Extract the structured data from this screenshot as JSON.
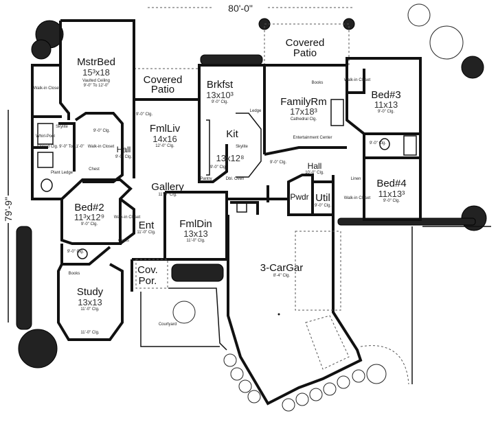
{
  "dimensions": {
    "width": "80'-0\"",
    "depth": "79'-9\""
  },
  "rooms": {
    "mstr_bed": {
      "name": "MstrBed",
      "size": "15³x18",
      "ceiling1": "Vaulted Ceiling",
      "ceiling2": "9'-0\" To 12'-0\""
    },
    "covered_patio_left": {
      "name1": "Covered",
      "name2": "Patio"
    },
    "covered_patio_top": {
      "name1": "Covered",
      "name2": "Patio"
    },
    "brkfst": {
      "name": "Brkfst",
      "size": "13x10³",
      "ceiling": "9'-0\" Clg."
    },
    "kit": {
      "name": "Kit",
      "size": "13x12⁸",
      "ceiling": "9'-0\" Clg."
    },
    "family_rm": {
      "name": "FamilyRm",
      "size": "17x18³",
      "ceiling": "Cathedral Clg."
    },
    "bed3": {
      "name": "Bed#3",
      "size": "11x13",
      "ceiling": "9'-0\" Clg."
    },
    "bed4": {
      "name": "Bed#4",
      "size": "11x13³",
      "ceiling": "9'-0\" Clg."
    },
    "fml_liv": {
      "name": "FmlLiv",
      "size": "14x16",
      "ceiling": "12'-0\" Clg."
    },
    "hall_left": {
      "name": "Hall",
      "ceiling": "9'-0\" Clg."
    },
    "hall_right": {
      "name": "Hall",
      "ceiling": "10'-0\" Clg."
    },
    "gallery": {
      "name": "Gallery",
      "ceiling": "11'-0\" Clg."
    },
    "bed2": {
      "name": "Bed#2",
      "size": "11³x12⁹",
      "ceiling": "9'-0\" Clg."
    },
    "ent": {
      "name": "Ent",
      "ceiling": "11'-0\" Clg."
    },
    "fml_din": {
      "name": "FmlDin",
      "size": "13x13",
      "ceiling": "11'-0\" Clg."
    },
    "cov_por": {
      "name1": "Cov.",
      "name2": "Por."
    },
    "study": {
      "name": "Study",
      "size": "13x13",
      "ceiling": "11'-0\" Clg.",
      "ceiling_bay": "11'-0\" Clg."
    },
    "garage": {
      "name": "3-CarGar",
      "ceiling": "8'-4\" Clg."
    },
    "pwdr": {
      "name": "Pwdr"
    },
    "util": {
      "name": "Util",
      "ceiling": "9'-0\" Clg."
    }
  },
  "notes": {
    "walk_in_closet": "Walk-in Closet",
    "whirlpool": "Whirl-Pool",
    "skylite": "Skylite",
    "sloped_clg": "Sloped Clg. 9'-0\" To 11'-0\"",
    "plant_ledge": "Plant Ledge",
    "chest": "Chest",
    "books": "Books",
    "ledge": "Ledge",
    "pantry": "Pantry",
    "dbl_oven": "Dbl. Oven",
    "entertainment_center": "Entertainment Center",
    "linen": "Linen",
    "coats": "Coats",
    "courtyard": "Courtyard",
    "clg_9": "9'-0\" Clg."
  }
}
